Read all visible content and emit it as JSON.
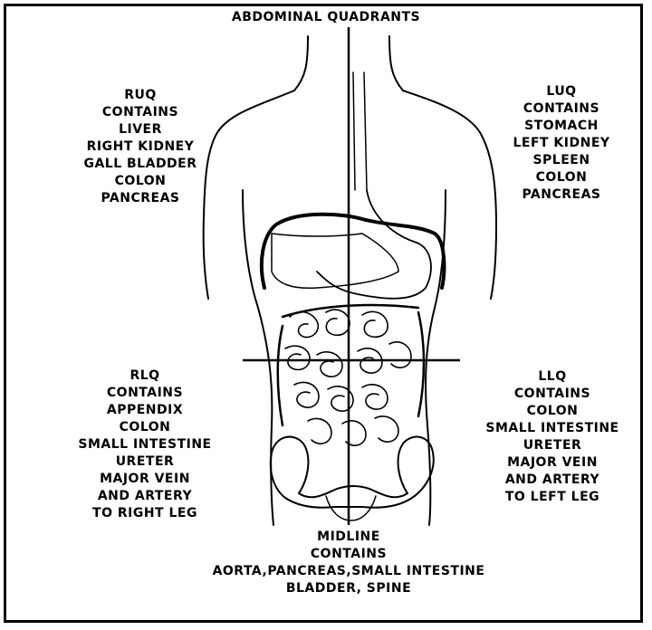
{
  "title": "ABDOMINAL QUADRANTS",
  "quadrants": {
    "ruq": [
      "RUQ",
      "CONTAINS",
      "LIVER",
      "RIGHT KIDNEY",
      "GALL BLADDER",
      "COLON",
      "PANCREAS"
    ],
    "luq": [
      "LUQ",
      "CONTAINS",
      "STOMACH",
      "LEFT KIDNEY",
      "SPLEEN",
      "COLON",
      "PANCREAS"
    ],
    "rlq": [
      "RLQ",
      "CONTAINS",
      "APPENDIX",
      "COLON",
      "SMALL INTESTINE",
      "URETER",
      "MAJOR VEIN",
      "AND ARTERY",
      "TO RIGHT LEG"
    ],
    "llq": [
      "LLQ",
      "CONTAINS",
      "COLON",
      "SMALL INTESTINE",
      "URETER",
      "MAJOR VEIN",
      "AND ARTERY",
      "TO LEFT LEG"
    ],
    "midline": [
      "MIDLINE",
      "CONTAINS",
      "AORTA,PANCREAS,SMALL INTESTINE",
      "BLADDER, SPINE"
    ]
  },
  "colors": {
    "ink": "#000000",
    "paper": "#ffffff"
  }
}
